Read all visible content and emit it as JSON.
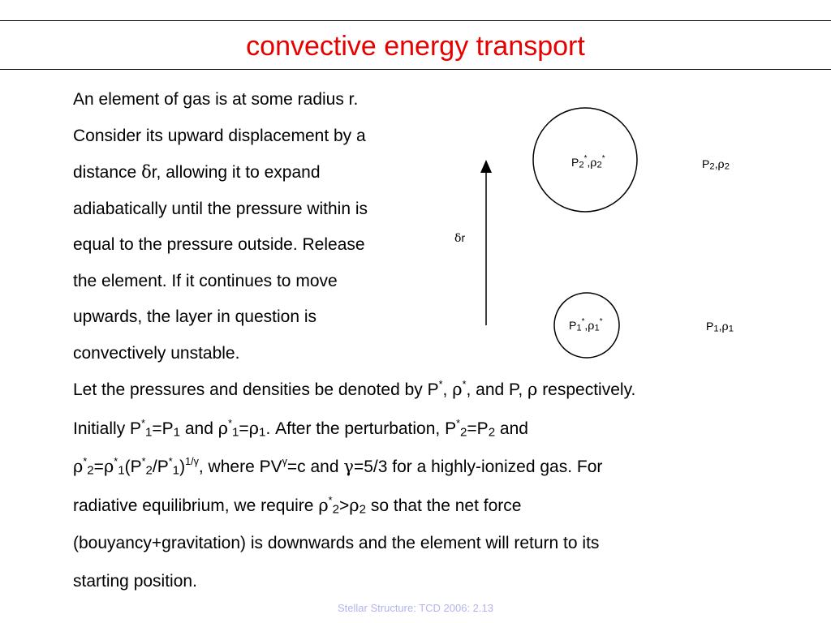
{
  "slide": {
    "title": "convective energy transport",
    "title_color": "#e60000",
    "footer": "Stellar Structure: TCD 2006: 2.13",
    "footer_color": "#b3b3f0"
  },
  "para1": {
    "line1": "An element of gas is at some radius r.",
    "line2": "Consider its upward displacement by a",
    "line3_a": "distance ",
    "line3_sym": "δ",
    "line3_b": "r, allowing it to expand",
    "line4": "adiabatically until the pressure within is",
    "line5": "equal to the pressure outside.  Release",
    "line6": "the element. If it continues to move",
    "line7": "upwards, the layer in question is",
    "line8": "convectively unstable."
  },
  "para2": {
    "l1_a": "Let the pressures and densities be denoted by P",
    "l1_star": "*",
    "l1_b": ", ",
    "l1_rho": "ρ",
    "l1_star2": "*",
    "l1_c": ", and P, ",
    "l1_rho2": "ρ",
    "l1_d": " respectively.",
    "l2_a": "Initially P",
    "l2_star": "*",
    "l2_sub1": "1",
    "l2_b": "=P",
    "l2_sub2": "1",
    "l2_c": " and ",
    "l2_rho": "ρ",
    "l2_star2": "*",
    "l2_sub3": "1",
    "l2_d": "=",
    "l2_rho2": "ρ",
    "l2_sub4": "1",
    "l2_e": ". After the perturbation, P",
    "l2_star3": "*",
    "l2_sub5": "2",
    "l2_f": "=P",
    "l2_sub6": "2",
    "l2_g": " and",
    "l3_rho": "ρ",
    "l3_star": "*",
    "l3_sub1": "2",
    "l3_a": "=",
    "l3_rho2": "ρ",
    "l3_star2": "*",
    "l3_sub2": "1",
    "l3_b": "(P",
    "l3_star3": "*",
    "l3_sub3": "2",
    "l3_c": "/P",
    "l3_star4": "*",
    "l3_sub4": "1",
    "l3_d": ")",
    "l3_exp": "1/γ",
    "l3_e": ", where PV",
    "l3_gamma_sup": "γ",
    "l3_f": "=c and ",
    "l3_gamma": "γ",
    "l3_g": "=5/3 for a highly-ionized gas. For",
    "l4_a": "radiative equilibrium, we require ",
    "l4_rho": "ρ",
    "l4_star": "*",
    "l4_sub1": "2",
    "l4_b": ">",
    "l4_rho2": "ρ",
    "l4_sub2": "2",
    "l4_c": " so that the net force",
    "l5": "(bouyancy+gravitation) is downwards and the element will return to its",
    "l6": "starting position."
  },
  "diagram": {
    "upper_inner": {
      "P": "P",
      "sub": "2",
      "star": "*",
      "comma": ",",
      "rho": "ρ"
    },
    "upper_outer": {
      "P": "P",
      "sub": "2",
      "comma": ",",
      "rho": "ρ"
    },
    "lower_inner": {
      "P": "P",
      "sub": "1",
      "star": "*",
      "comma": ",",
      "rho": "ρ"
    },
    "lower_outer": {
      "P": "P",
      "sub": "1",
      "comma": ",",
      "rho": "ρ"
    },
    "arrow_label_sym": "δ",
    "arrow_label_r": "r"
  }
}
